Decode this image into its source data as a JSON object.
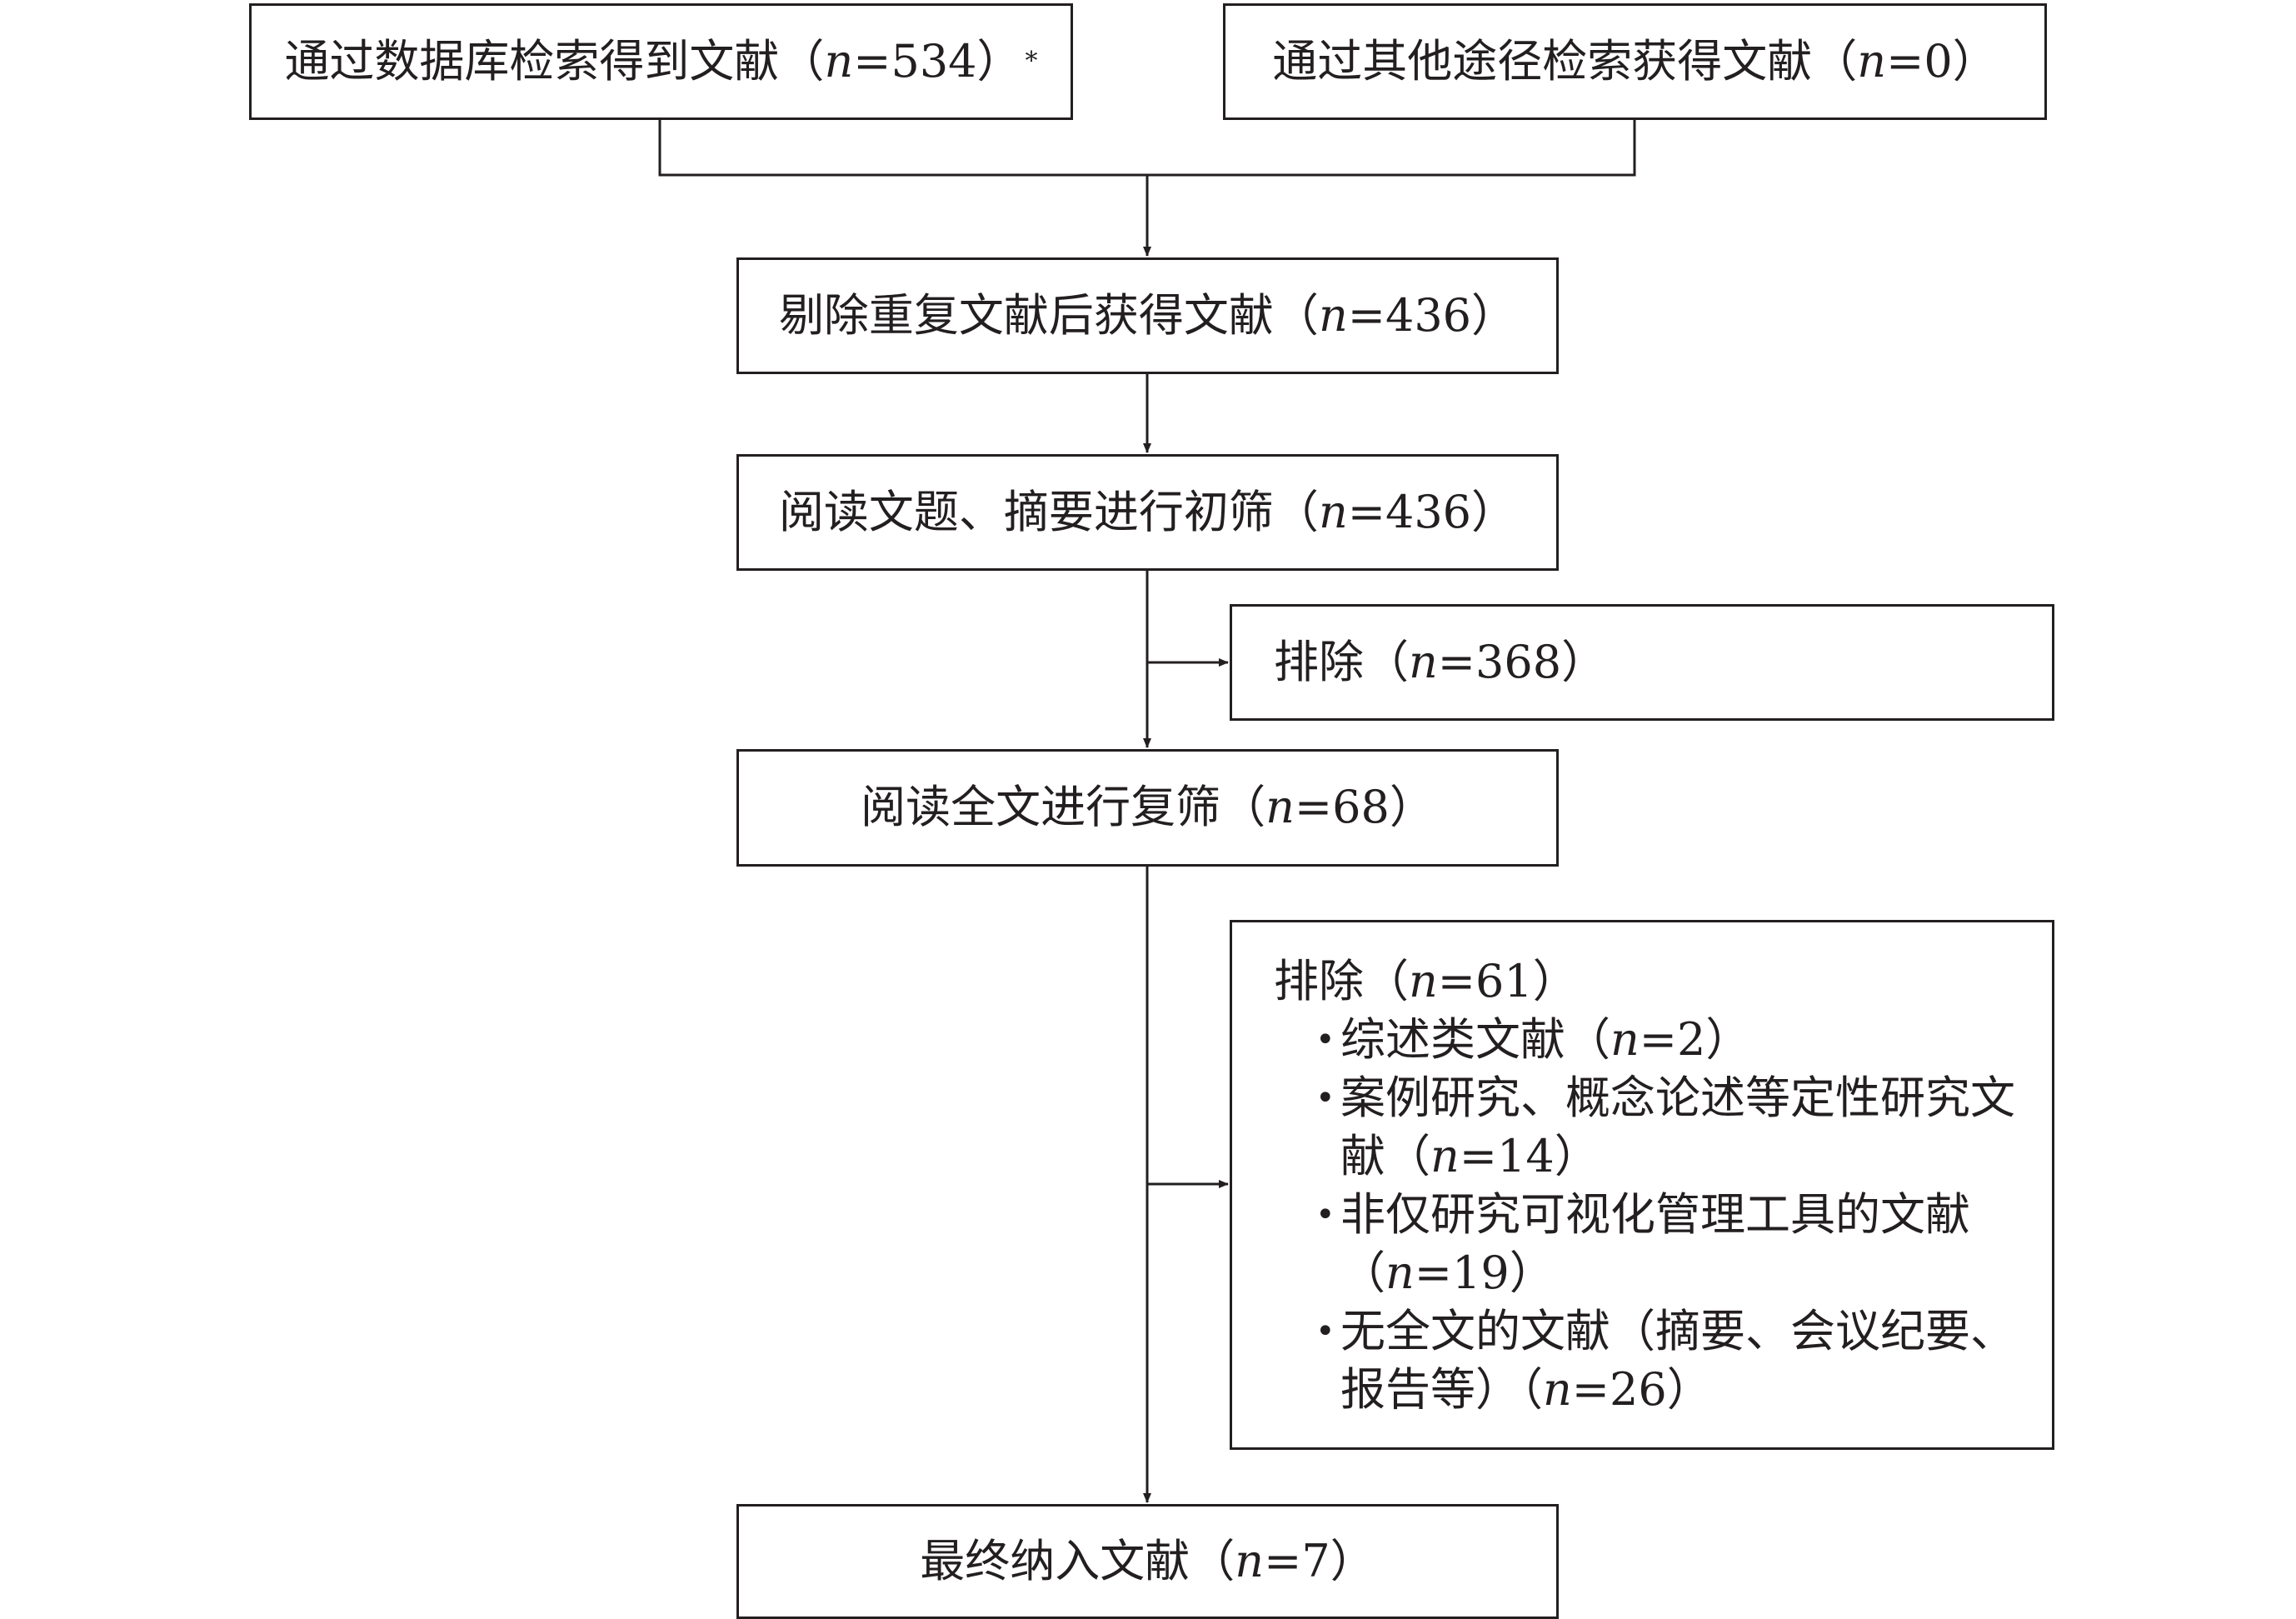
{
  "boxes": {
    "db_search": {
      "label": "通过数据库检索得到文献（",
      "n_symbol": "n",
      "value": "=534）",
      "footnote_mark": "*"
    },
    "other_search": {
      "label": "通过其他途径检索获得文献（",
      "n_symbol": "n",
      "value": "=0）"
    },
    "dedup": {
      "label": "剔除重复文献后获得文献（",
      "n_symbol": "n",
      "value": "=436）"
    },
    "title_abstract": {
      "label": "阅读文题、摘要进行初筛（",
      "n_symbol": "n",
      "value": "=436）"
    },
    "exclude_1": {
      "label": "排除（",
      "n_symbol": "n",
      "value": "=368）"
    },
    "fulltext": {
      "label": "阅读全文进行复筛（",
      "n_symbol": "n",
      "value": "=68）"
    },
    "exclude_2": {
      "label": "排除（",
      "n_symbol": "n",
      "value": "=61）",
      "bullet": "•",
      "items": [
        {
          "label": "综述类文献（",
          "n_symbol": "n",
          "value": "=2）"
        },
        {
          "label": "案例研究、概念论述等定性研究文献（",
          "n_symbol": "n",
          "value": "=14）"
        },
        {
          "label": "非仅研究可视化管理工具的文献（",
          "n_symbol": "n",
          "value": "=19）"
        },
        {
          "label": "无全文的文献（摘要、会议纪要、报告等）（",
          "n_symbol": "n",
          "value": "=26）"
        }
      ]
    },
    "final": {
      "label": "最终纳入文献（",
      "n_symbol": "n",
      "value": "=7）"
    }
  },
  "colors": {
    "line": "#231f20",
    "background": "#ffffff"
  }
}
